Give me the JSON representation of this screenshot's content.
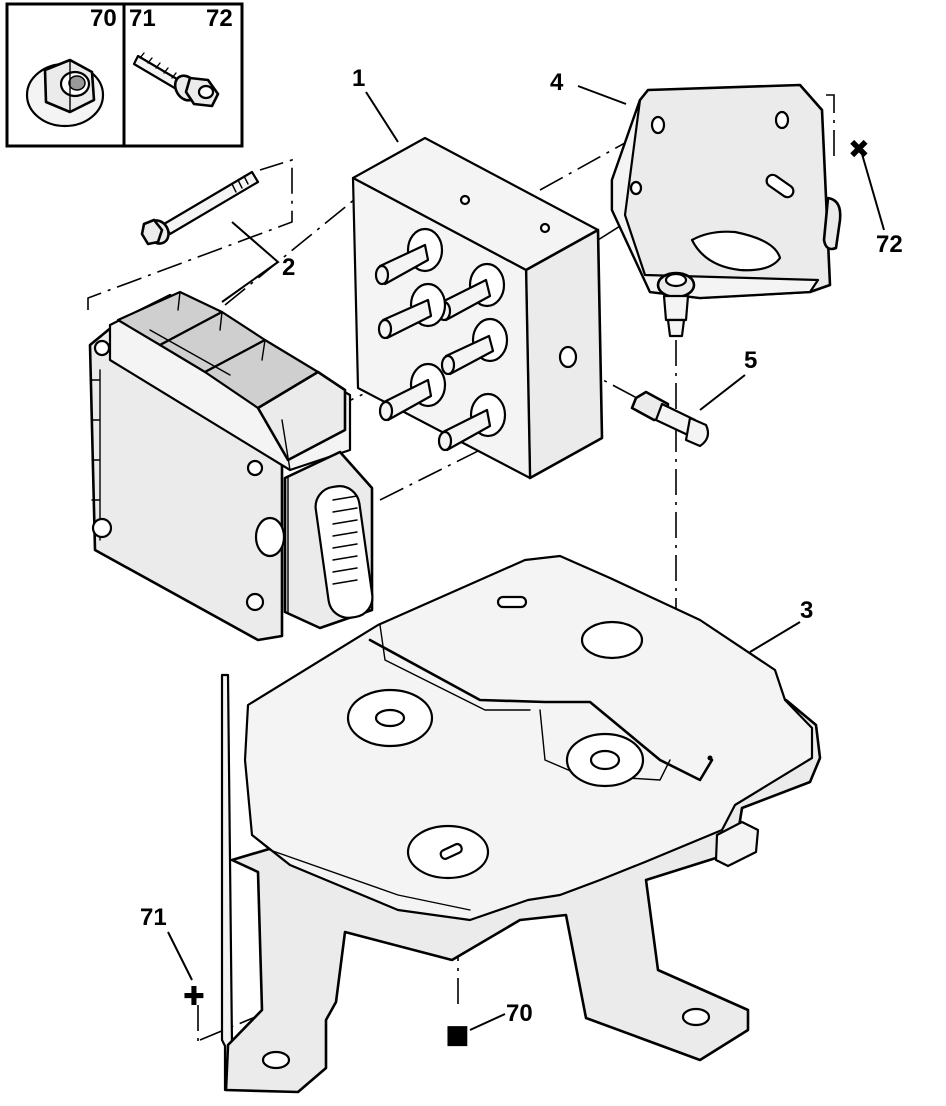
{
  "inset": {
    "labels": [
      "70",
      "71",
      "72"
    ]
  },
  "callouts": {
    "part_1": "1",
    "part_2": "2",
    "part_3": "3",
    "part_4": "4",
    "part_5": "5",
    "part_70": "70",
    "part_71": "71",
    "part_72": "72"
  },
  "markers": {
    "cross_72": "✖",
    "plus_71": "✚",
    "square_70": "■"
  }
}
